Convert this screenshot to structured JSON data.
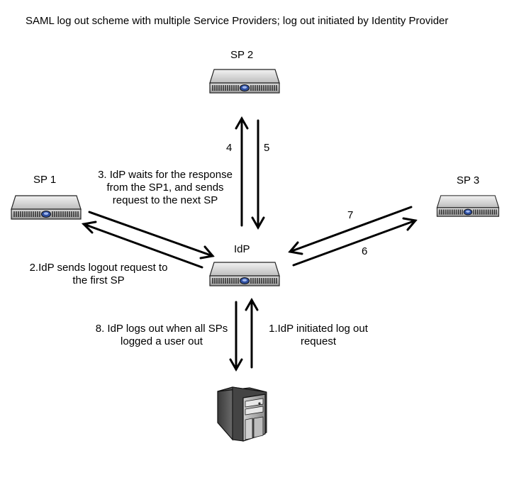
{
  "title": "SAML log out scheme with multiple Service Providers; log out initiated by Identity Provider",
  "nodes": {
    "sp1": "SP 1",
    "sp2": "SP 2",
    "sp3": "SP 3",
    "idp": "IdP"
  },
  "steps": {
    "s1_line1": "1.IdP initiated log out",
    "s1_line2": "request",
    "s2_line1": "2.IdP sends logout request to",
    "s2_line2": "the first SP",
    "s3_line1": "3. IdP waits for the response",
    "s3_line2": "from the SP1, and sends",
    "s3_line3": "request to the next SP",
    "s4": "4",
    "s5": "5",
    "s6": "6",
    "s7": "7",
    "s8_line1": "8. IdP logs out when all SPs",
    "s8_line2": "logged a user out"
  },
  "icons": {
    "server": "rack-server-icon",
    "client": "tower-computer-icon"
  }
}
